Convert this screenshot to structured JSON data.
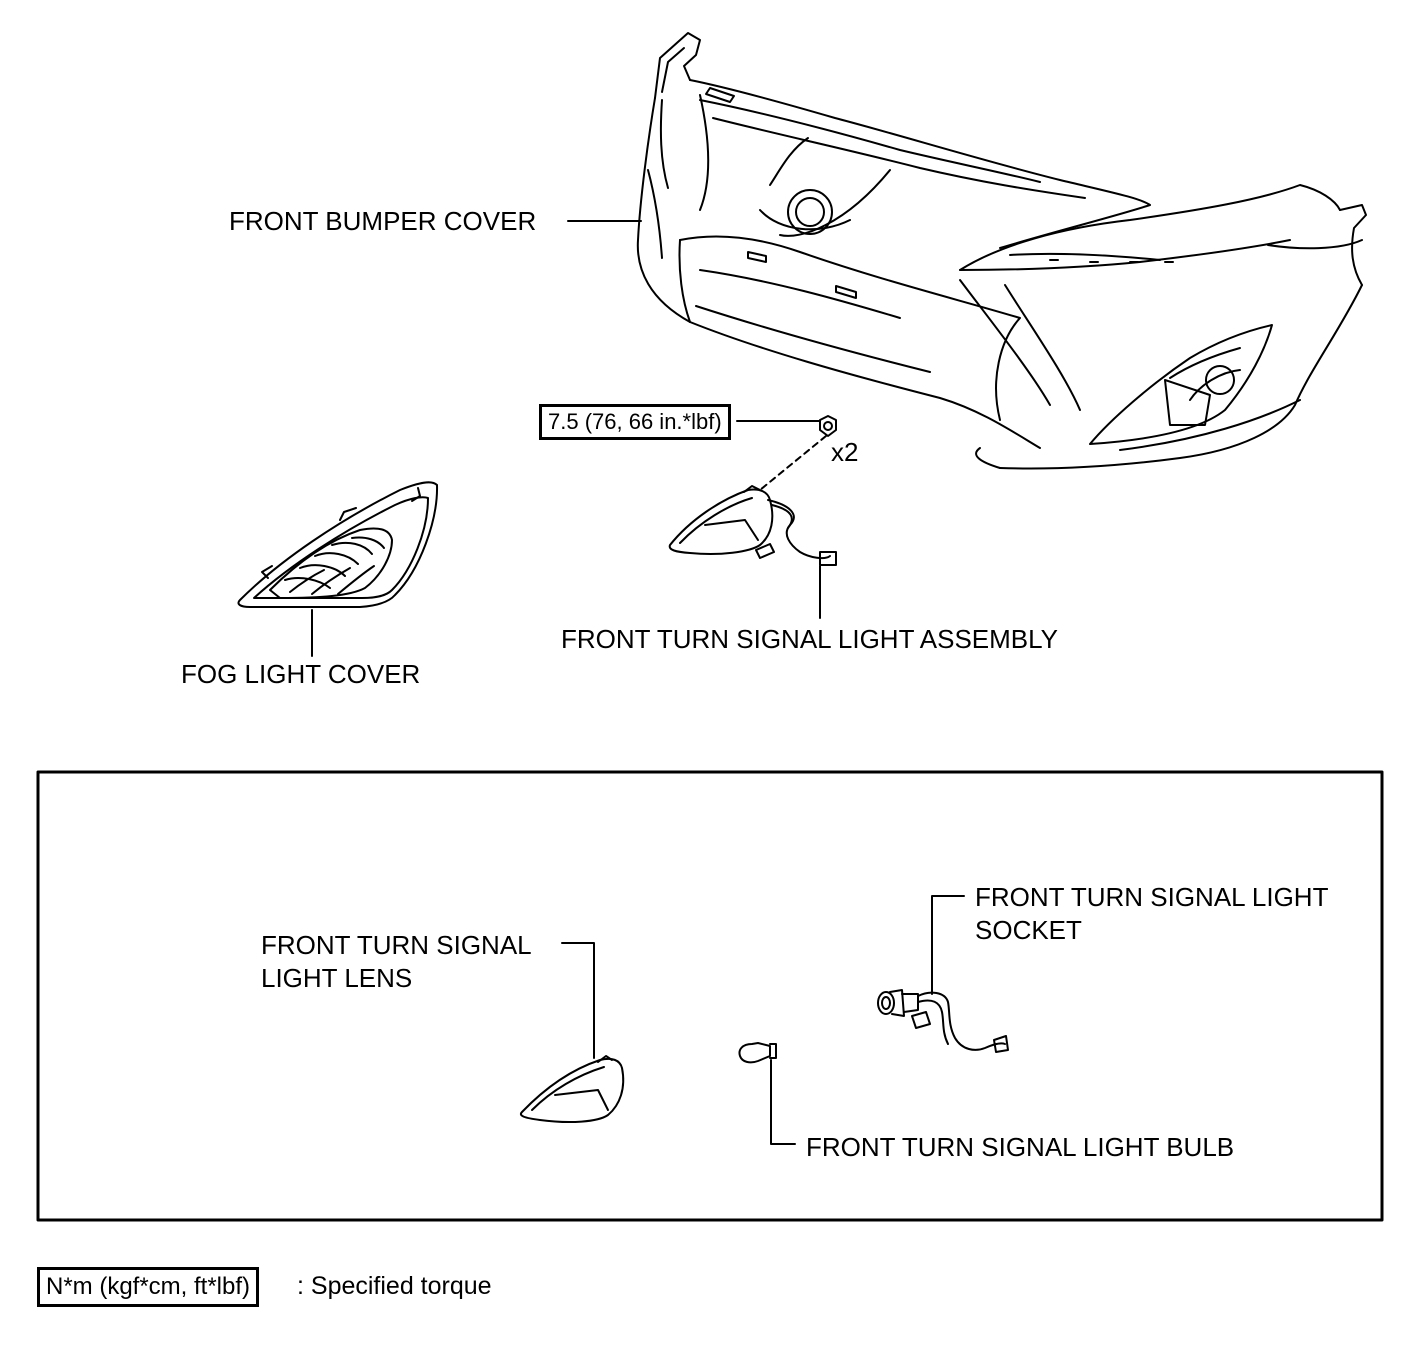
{
  "labels": {
    "front_bumper_cover": "FRONT BUMPER COVER",
    "torque_value": "7.5 (76, 66 in.*lbf)",
    "quantity": "x2",
    "front_turn_signal_light_assembly": "FRONT TURN SIGNAL LIGHT ASSEMBLY",
    "fog_light_cover": "FOG LIGHT COVER",
    "front_turn_signal_light_lens_line1": "FRONT TURN SIGNAL",
    "front_turn_signal_light_lens_line2": "LIGHT LENS",
    "front_turn_signal_light_socket_line1": "FRONT TURN SIGNAL LIGHT",
    "front_turn_signal_light_socket_line2": "SOCKET",
    "front_turn_signal_light_bulb": "FRONT TURN SIGNAL LIGHT BULB"
  },
  "legend": {
    "torque_unit": "N*m (kgf*cm, ft*lbf)",
    "description": ": Specified torque"
  }
}
